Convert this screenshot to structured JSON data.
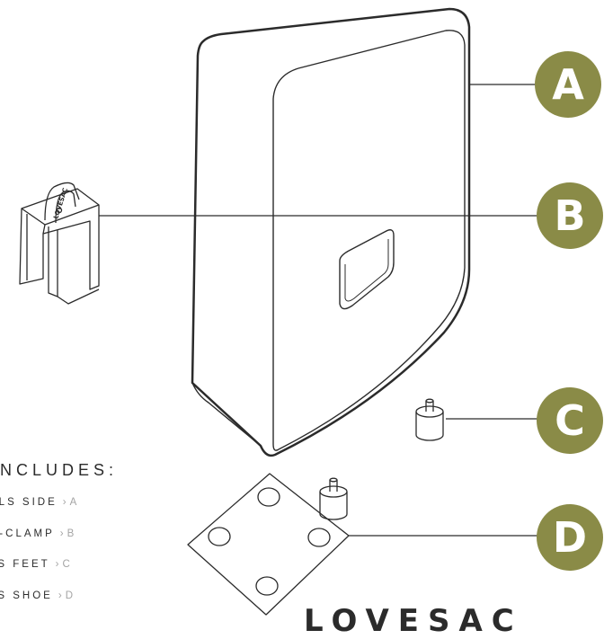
{
  "colors": {
    "badge": "#8a8b47",
    "line": "#2b2b2b",
    "muted": "#a4a4a4"
  },
  "callouts": [
    {
      "letter": "A",
      "part": "side"
    },
    {
      "letter": "B",
      "part": "u-clamp"
    },
    {
      "letter": "C",
      "part": "feet"
    },
    {
      "letter": "D",
      "part": "shoe"
    }
  ],
  "clamp_tag_text": "LOVESAC",
  "includes": {
    "heading": "INCLUDES:",
    "items": [
      {
        "name": "ALS SIDE",
        "code": "A"
      },
      {
        "name": "U-CLAMP",
        "code": "B"
      },
      {
        "name": "LS FEET",
        "code": "C"
      },
      {
        "name": "LS SHOE",
        "code": "D"
      }
    ],
    "arrow": "›"
  },
  "brand": "LOVESAC"
}
